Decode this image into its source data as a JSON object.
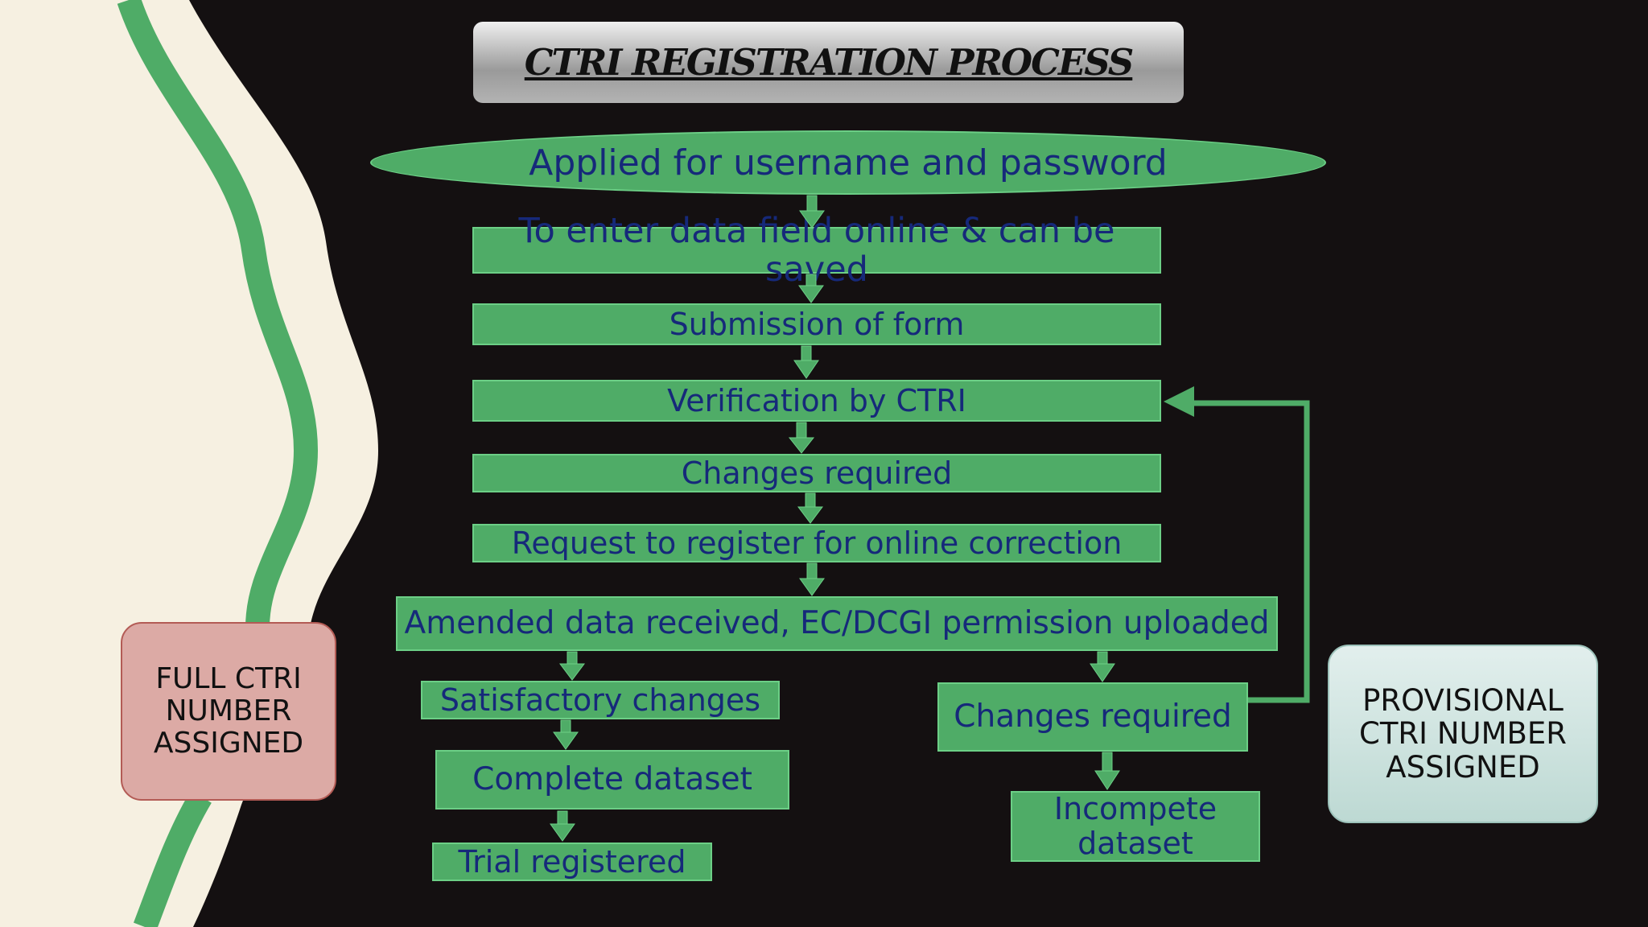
{
  "title": "CTRI REGISTRATION PROCESS",
  "steps": {
    "apply": "Applied for username and password",
    "enter_data": "To enter data field online & can be saved",
    "submission": "Submission of form",
    "verification": "Verification by CTRI",
    "changes_required_1": "Changes required",
    "request_correction": "Request to register for online correction",
    "amended": "Amended data received, EC/DCGI permission uploaded",
    "satisfactory": "Satisfactory changes",
    "complete_dataset": "Complete dataset",
    "trial_registered": "Trial registered",
    "changes_required_2": "Changes required",
    "incomplete_dataset_line1": "Incompete",
    "incomplete_dataset_line2": "dataset"
  },
  "side_labels": {
    "full": [
      "FULL CTRI",
      "NUMBER",
      "ASSIGNED"
    ],
    "provisional": [
      "PROVISIONAL",
      "CTRI  NUMBER",
      "ASSIGNED"
    ]
  },
  "colors": {
    "node_fill": "#4fac67",
    "node_text": "#16297a",
    "background": "#141011",
    "cream": "#f6f0e1",
    "wave_green": "#4fac67"
  }
}
